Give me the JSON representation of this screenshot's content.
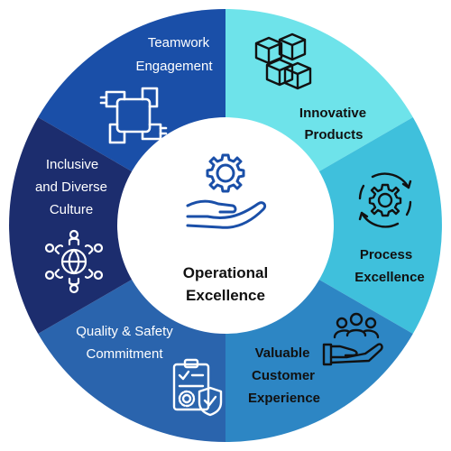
{
  "diagram": {
    "center": {
      "title_line1": "Operational",
      "title_line2": "Excellence",
      "icon": "gear-in-hand-icon"
    },
    "segments": [
      {
        "id": "teamwork",
        "lines": [
          "Teamwork",
          "Engagement"
        ],
        "icon": "hands-teamwork-icon",
        "color": "#1a4fa8"
      },
      {
        "id": "innovative",
        "lines": [
          "Innovative",
          "Products"
        ],
        "icon": "boxes-icon",
        "color": "#6ee3ea"
      },
      {
        "id": "process",
        "lines": [
          "Process",
          "Excellence"
        ],
        "icon": "gear-cycle-icon",
        "color": "#3fc0dc"
      },
      {
        "id": "customer",
        "lines": [
          "Valuable",
          "Customer",
          "Experience"
        ],
        "icon": "customer-hand-icon",
        "color": "#2d86c4"
      },
      {
        "id": "quality",
        "lines": [
          "Quality & Safety",
          "Commitment"
        ],
        "icon": "clipboard-shield-icon",
        "color": "#2a64ad"
      },
      {
        "id": "inclusive",
        "lines": [
          "Inclusive",
          "and Diverse",
          "Culture"
        ],
        "icon": "people-globe-icon",
        "color": "#1c2d6e"
      }
    ]
  }
}
